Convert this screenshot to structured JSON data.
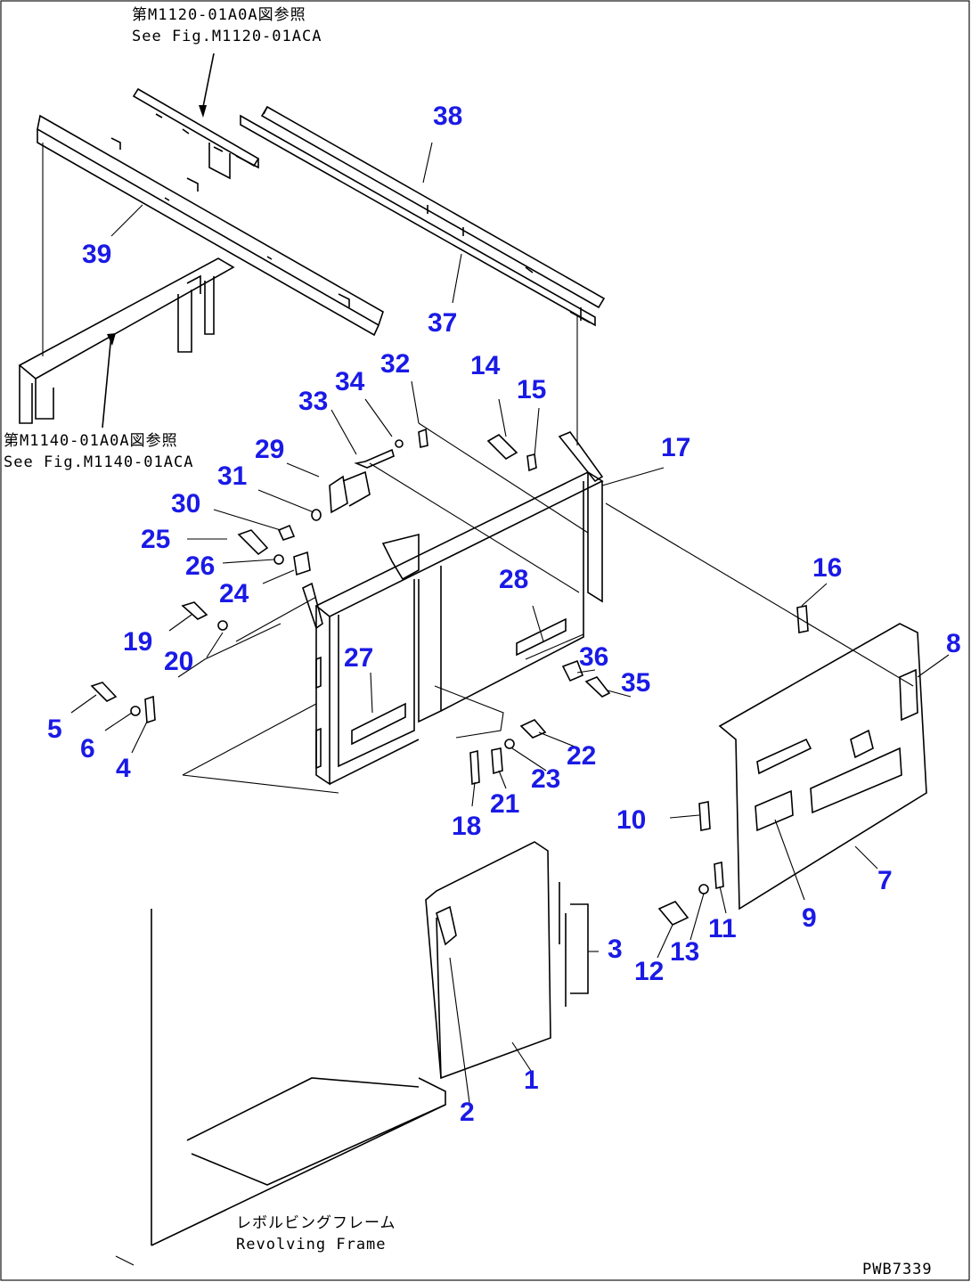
{
  "drawing_code": "PWB7339",
  "references": {
    "top_jp": "第M1120-01A0A図参照",
    "top_en": "See Fig.M1120-01ACA",
    "left_jp": "第M1140-01A0A図参照",
    "left_en": "See Fig.M1140-01ACA",
    "frame_jp": "レボルビングフレーム",
    "frame_en": "Revolving Frame"
  },
  "part_numbers": [
    "1",
    "2",
    "3",
    "4",
    "5",
    "6",
    "7",
    "8",
    "9",
    "10",
    "11",
    "12",
    "13",
    "14",
    "15",
    "16",
    "17",
    "18",
    "19",
    "20",
    "21",
    "22",
    "23",
    "24",
    "25",
    "26",
    "27",
    "28",
    "29",
    "30",
    "31",
    "32",
    "33",
    "34",
    "35",
    "36",
    "37",
    "38",
    "39"
  ],
  "colors": {
    "callout": "#1a1ae6",
    "line": "#000000"
  }
}
